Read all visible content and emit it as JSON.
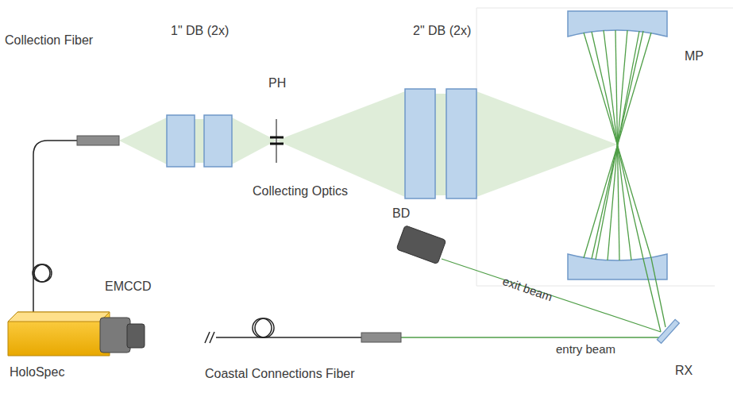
{
  "diagram": {
    "labels": [
      "Collection Fiber",
      "1\" DB (2x)",
      "PH",
      "2\" DB (2x)",
      "MP",
      "Collecting Optics",
      "EMCCD",
      "BD",
      "exit beam",
      "HoloSpec",
      "entry beam",
      "Coastal Connections Fiber",
      "RX"
    ]
  }
}
